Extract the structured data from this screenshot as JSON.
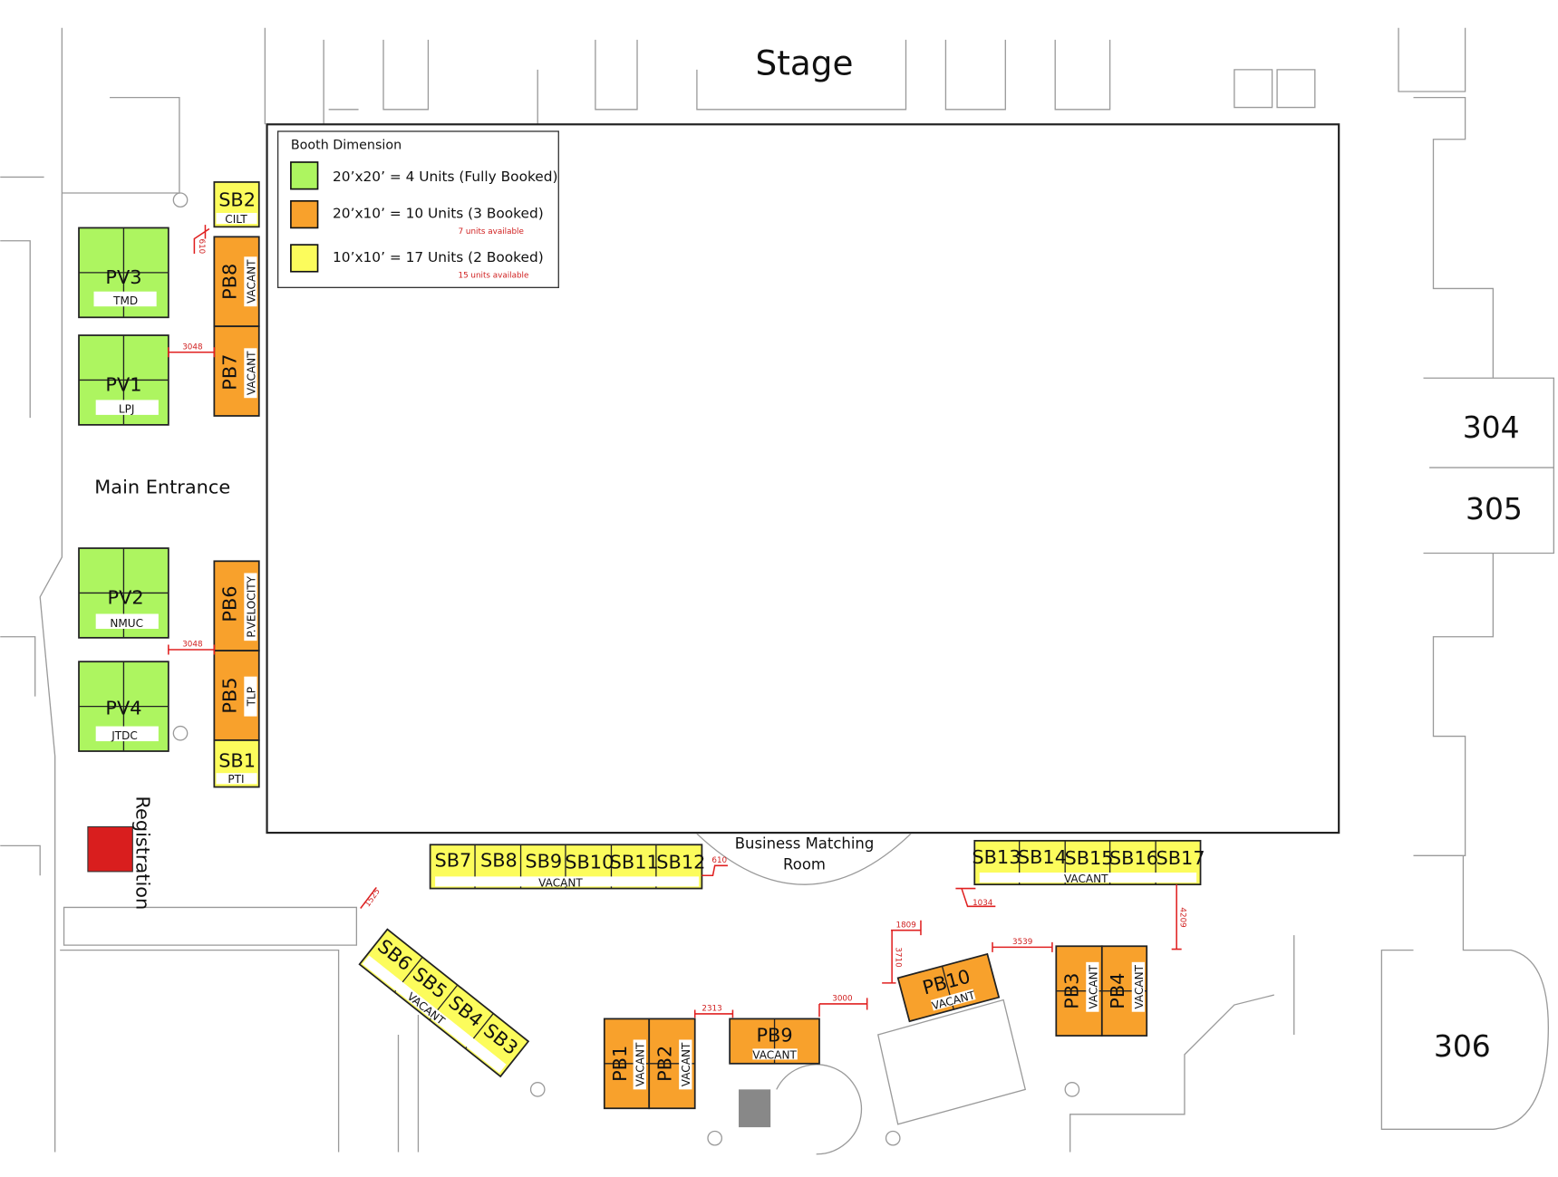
{
  "colors": {
    "full": "#adf560",
    "half": "#f8a12c",
    "small": "#fcfc5c",
    "registration": "#d91e1e",
    "dimension": "#e02020"
  },
  "rooms": {
    "stage": "Stage",
    "main_entrance": "Main Entrance",
    "registration": "Registration",
    "business_matching_1": "Business Matching",
    "business_matching_2": "Room",
    "r304": "304",
    "r305": "305",
    "r306": "306"
  },
  "legend": {
    "title": "Booth Dimension",
    "items": [
      {
        "text": "20’x20’ = 4 Units (Fully Booked)",
        "note": ""
      },
      {
        "text": "20’x10’ = 10 Units (3 Booked)",
        "note": "7 units available"
      },
      {
        "text": "10’x10’ = 17 Units (2 Booked)",
        "note": "15 units available"
      }
    ]
  },
  "booths": {
    "PV3": {
      "id": "PV3",
      "tenant": "TMD"
    },
    "PV1": {
      "id": "PV1",
      "tenant": "LPJ"
    },
    "PV2": {
      "id": "PV2",
      "tenant": "NMUC"
    },
    "PV4": {
      "id": "PV4",
      "tenant": "JTDC"
    },
    "SB2": {
      "id": "SB2",
      "tenant": "CILT"
    },
    "SB1": {
      "id": "SB1",
      "tenant": "PTI"
    },
    "PB8": {
      "id": "PB8",
      "tenant": "VACANT"
    },
    "PB7": {
      "id": "PB7",
      "tenant": "VACANT"
    },
    "PB6": {
      "id": "PB6",
      "tenant": "P.VELOCITY"
    },
    "PB5": {
      "id": "PB5",
      "tenant": "TLP"
    },
    "PB1": {
      "id": "PB1",
      "tenant": "VACANT"
    },
    "PB2": {
      "id": "PB2",
      "tenant": "VACANT"
    },
    "PB9": {
      "id": "PB9",
      "tenant": "VACANT"
    },
    "PB10": {
      "id": "PB10",
      "tenant": "VACANT"
    },
    "PB3": {
      "id": "PB3",
      "tenant": "VACANT"
    },
    "PB4": {
      "id": "PB4",
      "tenant": "VACANT"
    }
  },
  "row_sb7_12": {
    "ids": [
      "SB7",
      "SB8",
      "SB9",
      "SB10",
      "SB11",
      "SB12"
    ],
    "tenant": "VACANT"
  },
  "row_sb13_17": {
    "ids": [
      "SB13",
      "SB14",
      "SB15",
      "SB16",
      "SB17"
    ],
    "tenant": "VACANT"
  },
  "row_sb6_3": {
    "ids": [
      "SB6",
      "SB5",
      "SB4",
      "SB3"
    ],
    "tenant": "VACANT"
  },
  "dimensions": {
    "d610a": "610",
    "d3048a": "3048",
    "d3048b": "3048",
    "d610b": "610",
    "d1525": "1525",
    "d2313": "2313",
    "d3000": "3000",
    "d1809": "1809",
    "d3710": "3710",
    "d3539": "3539",
    "d1034": "1034",
    "d4209": "4209"
  }
}
